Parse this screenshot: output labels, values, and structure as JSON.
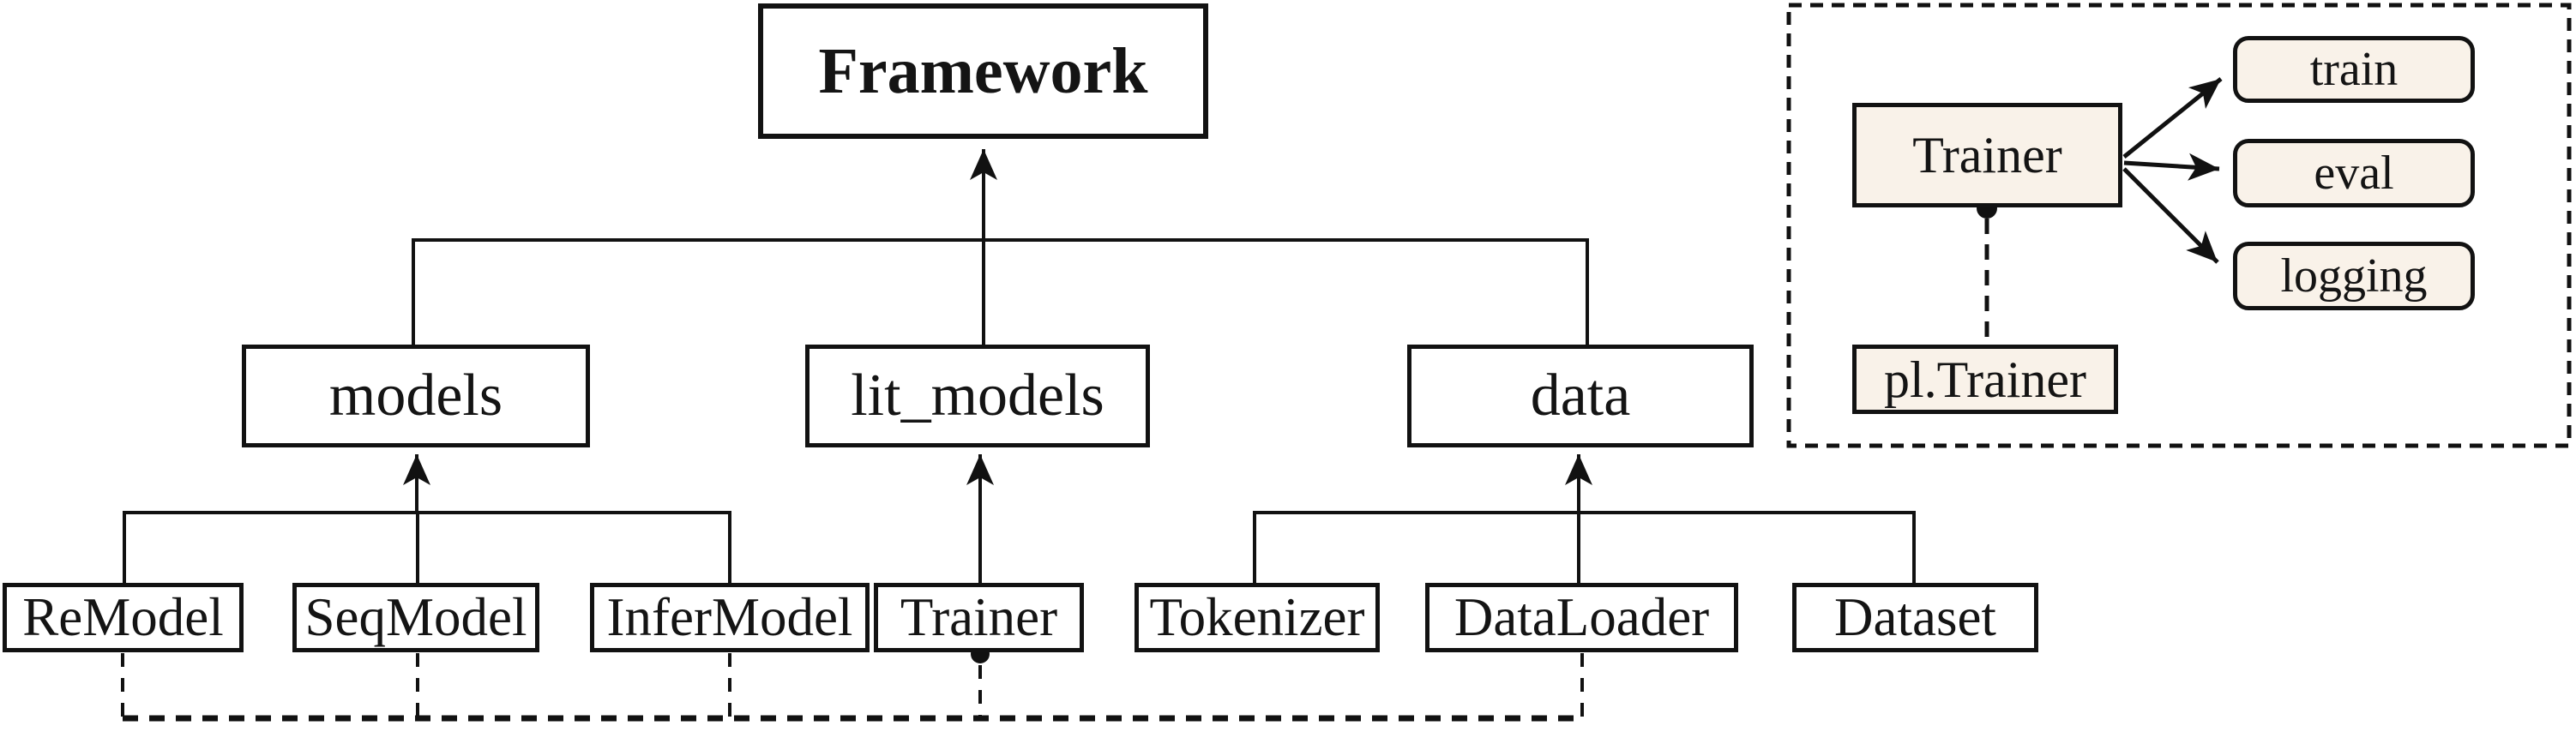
{
  "figure": {
    "root": {
      "label": "Framework"
    },
    "modules": [
      {
        "label": "models",
        "children": [
          "ReModel",
          "SeqModel",
          "InferModel"
        ]
      },
      {
        "label": "lit_models",
        "children": [
          "Trainer"
        ]
      },
      {
        "label": "data",
        "children": [
          "Tokenizer",
          "DataLoader",
          "Dataset"
        ]
      }
    ],
    "inset": {
      "class_box": "Trainer",
      "methods": [
        "train",
        "eval",
        "logging"
      ],
      "base_class": "pl.Trainer"
    },
    "colors": {
      "line": "#111111",
      "box_fill": "#ffffff",
      "inset_box_fill": "#f9f2e9",
      "background": "#ffffff"
    }
  }
}
